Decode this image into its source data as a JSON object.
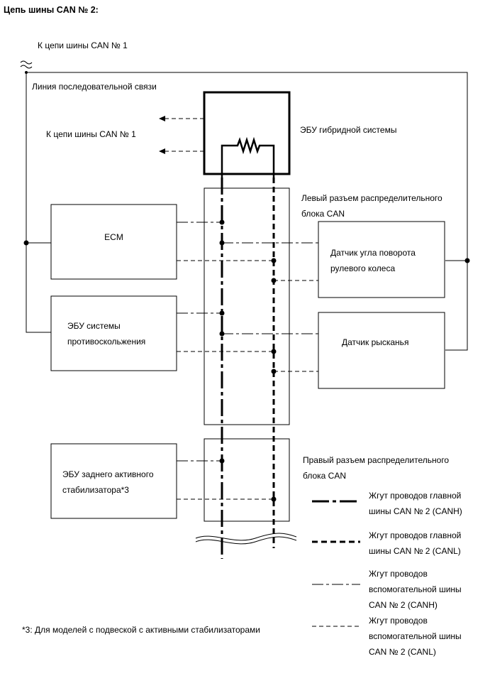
{
  "title": "Цепь шины CAN № 2:",
  "top_label": "К цепи шины CAN № 1",
  "serial_line_label": "Линия последовательной связи",
  "left_arrows_label": "К цепи шины CAN № 1",
  "hybrid_ecu_label": "ЭБУ гибридной системы",
  "left_junction_label": "Левый разъем распределительного\nблока CAN",
  "right_junction_label": "Правый разъем распределительного\nблока CAN",
  "ecm_label": "ECM",
  "skid_ecu_label": "ЭБУ системы\nпротивоскольжения",
  "steering_sensor_label": "Датчик угла поворота\nрулевого колеса",
  "yaw_sensor_label": "Датчик рысканья",
  "rear_stab_label": "ЭБУ заднего активного\nстабилизатора*3",
  "footnote": "*3: Для моделей с подвеской с активными стабилизаторами",
  "legend": [
    {
      "label": "Жгут проводов главной\nшины CAN № 2 (CANH)"
    },
    {
      "label": "Жгут проводов главной\nшины CAN № 2 (CANL)"
    },
    {
      "label": "Жгут проводов\nвспомогательной шины\nCAN № 2 (CANH)"
    },
    {
      "label": "Жгут проводов\nвспомогательной шины\nCAN № 2 (CANL)"
    }
  ]
}
